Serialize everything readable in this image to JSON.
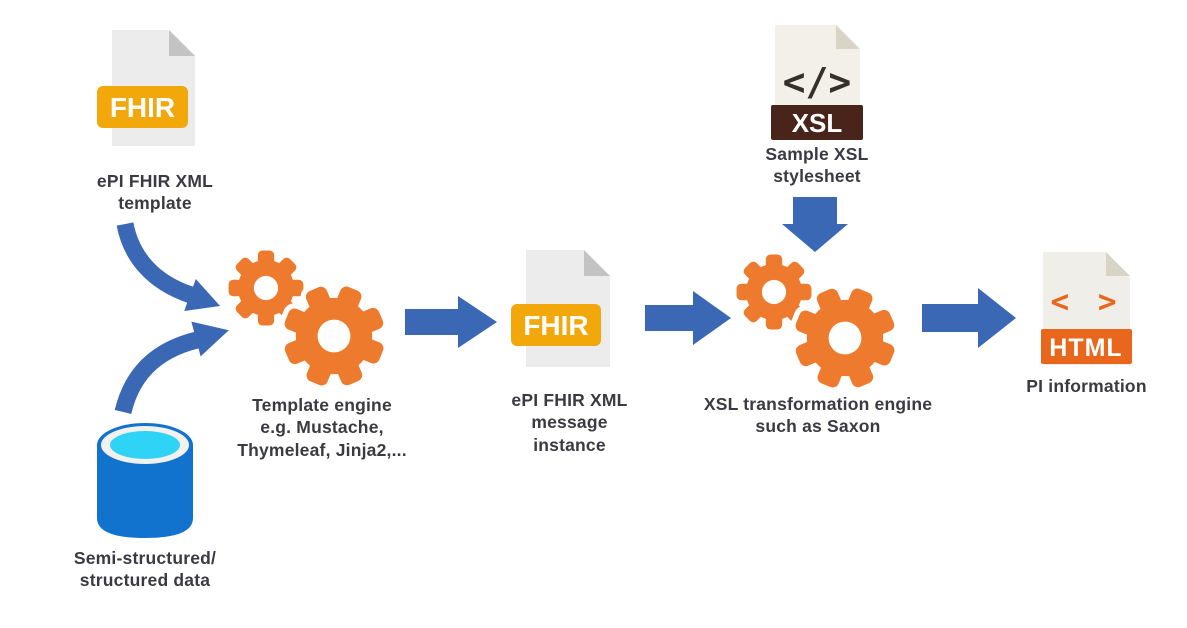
{
  "diagram": {
    "type": "flow-diagram",
    "colors": {
      "arrow_blue": "#3a68b4",
      "gear_orange": "#ee7b2d",
      "fhir_badge_yellow": "#f2a70b",
      "xsl_band_brown": "#49241b",
      "html_band_orange": "#e8671c",
      "cylinder_blue": "#1273ce",
      "cylinder_top_cyan": "#2fd3f5",
      "document_gray": "#ececec",
      "document_cream": "#f2f0e9",
      "text_dark": "#3a3a42"
    },
    "nodes": {
      "template_file": {
        "badge": "FHIR",
        "label": "ePI FHIR XML\ntemplate"
      },
      "source_data": {
        "label": "Semi-structured/\nstructured data"
      },
      "template_engine": {
        "label": "Template engine\ne.g. Mustache,\nThymeleaf, Jinja2,..."
      },
      "message_file": {
        "badge": "FHIR",
        "label": "ePI FHIR XML\nmessage\ninstance"
      },
      "stylesheet_file": {
        "glyph": "</>",
        "badge": "XSL",
        "label": "Sample XSL\nstylesheet"
      },
      "xslt_engine": {
        "label": "XSL transformation engine\nsuch as Saxon"
      },
      "output_file": {
        "glyph": "< >",
        "badge": "HTML",
        "label": "PI information"
      }
    }
  }
}
